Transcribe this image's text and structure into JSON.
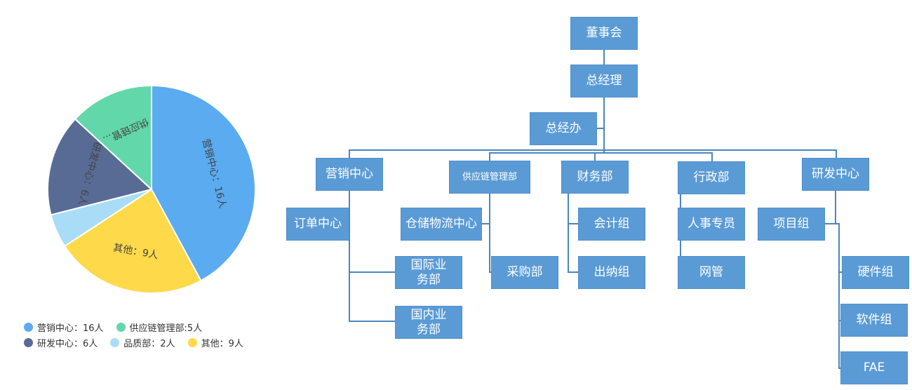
{
  "chart_data": {
    "type": "pie",
    "unit": "人",
    "slices": [
      {
        "name": "营销中心",
        "value": 16,
        "color": "#5aabf0",
        "label": "营销中心：16人",
        "legend": "营销中心：16人"
      },
      {
        "name": "其他",
        "value": 9,
        "color": "#fed94a",
        "label": "其他：9人",
        "legend": "其他：9人"
      },
      {
        "name": "品质部",
        "value": 2,
        "color": "#a9ddf7",
        "label": "",
        "legend": "品质部：2人"
      },
      {
        "name": "研发中心",
        "value": 6,
        "color": "#586b94",
        "label": "研发中心：6人",
        "legend": "研发中心：6人"
      },
      {
        "name": "供应链管理部",
        "value": 5,
        "color": "#62d8aa",
        "label": "供应链管...",
        "legend": "供应链管理部:5人"
      }
    ],
    "legend_position": "bottom-left"
  },
  "org": {
    "board": "董事会",
    "gm": "总经理",
    "gm_office": "总经办",
    "marketing": "营销中心",
    "supply": "供应链管理部",
    "finance": "财务部",
    "admin": "行政部",
    "rd": "研发中心",
    "order": "订单中心",
    "warehouse": "仓储物流中心",
    "accounting": "会计组",
    "hr": "人事专员",
    "project": "项目组",
    "intl": "国际业务部",
    "purchase": "采购部",
    "cashier": "出纳组",
    "netadmin": "网管",
    "hardware": "硬件组",
    "domestic": "国内业务部",
    "software": "软件组",
    "fae": "FAE"
  }
}
